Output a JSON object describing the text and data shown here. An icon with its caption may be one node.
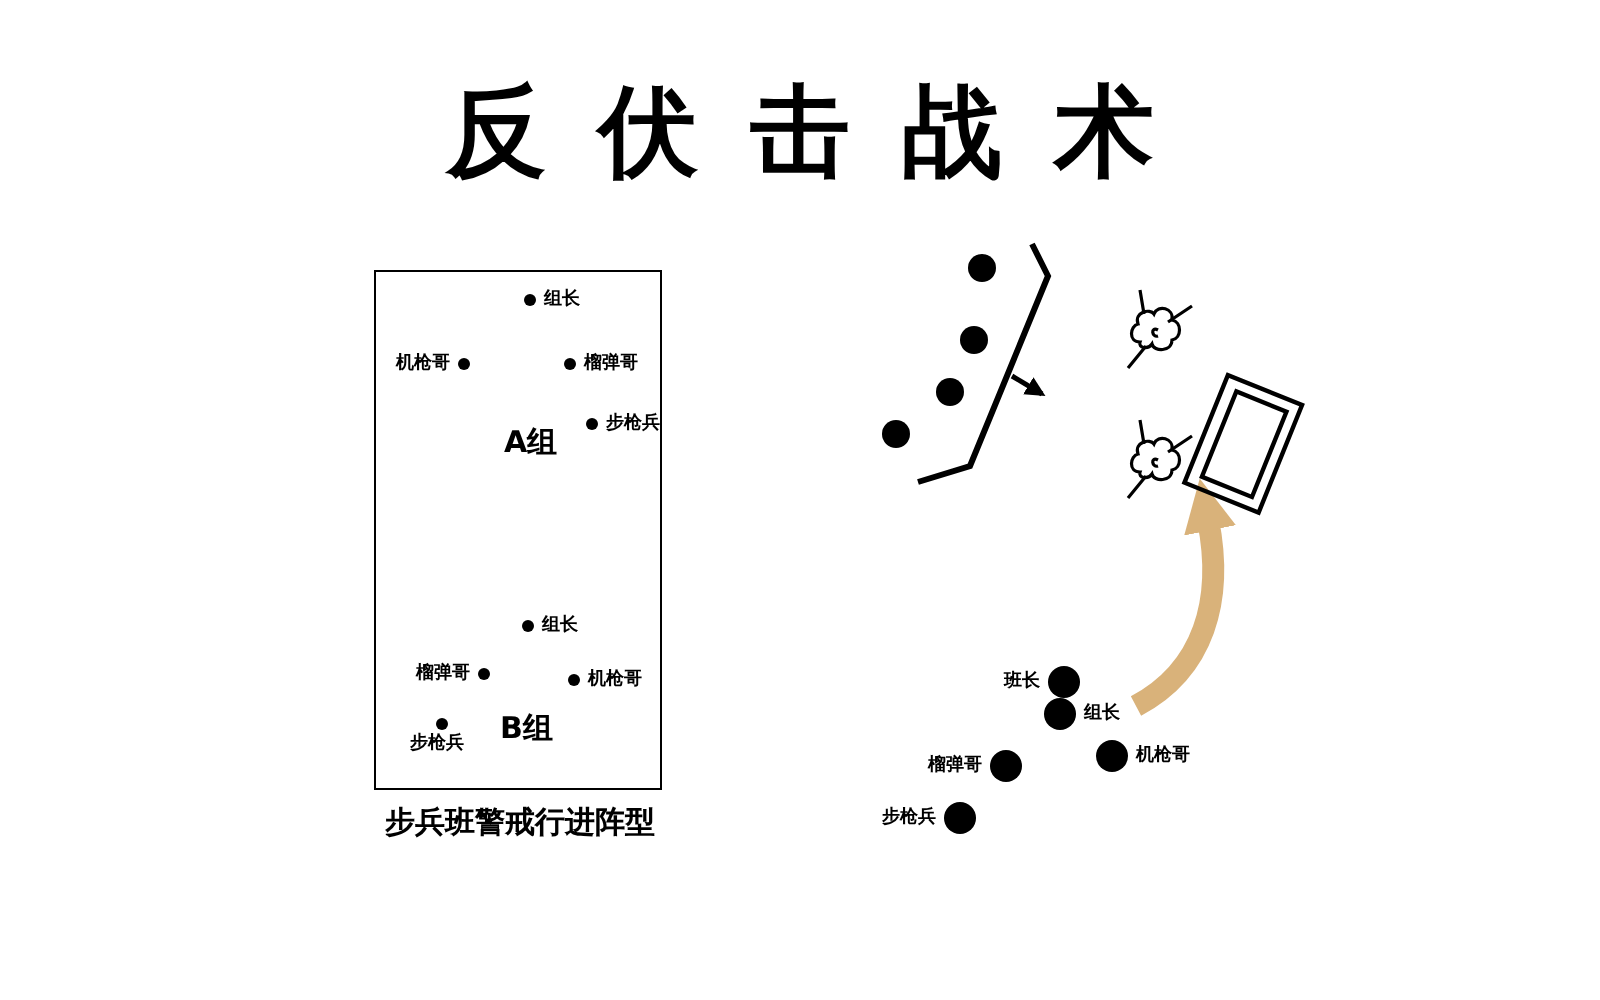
{
  "diagram": {
    "title": "反伏击战术",
    "nodes": [
      {
        "text": [
          "步兵班警戒行进阵型"
        ]
      },
      {
        "text": [],
        "shape": "circle",
        "beside": [
          "组长"
        ],
        "in": 0
      },
      {
        "text": [],
        "shape": "circle",
        "beside": [
          "机枪哥"
        ],
        "in": 0
      },
      {
        "text": [],
        "shape": "circle",
        "beside": [
          "榴弹哥"
        ],
        "in": 0
      },
      {
        "text": [],
        "shape": "circle",
        "beside": [
          "步枪兵"
        ],
        "in": 0
      },
      {
        "text": [],
        "shape": "circle",
        "beside": [
          "组长"
        ],
        "in": 0
      },
      {
        "text": [],
        "shape": "circle",
        "beside": [
          "榴弹哥"
        ],
        "in": 0
      },
      {
        "text": [],
        "shape": "circle",
        "beside": [
          "机枪哥"
        ],
        "in": 0
      },
      {
        "text": [],
        "shape": "circle",
        "beside": [
          "步枪兵"
        ],
        "in": 0
      },
      {
        "text": [],
        "shape": "circle"
      },
      {
        "text": [],
        "shape": "circle"
      },
      {
        "text": [],
        "shape": "circle"
      },
      {
        "text": [],
        "shape": "circle"
      },
      {
        "text": [],
        "shape": "circle",
        "beside": [
          "班长"
        ]
      },
      {
        "text": [],
        "shape": "circle",
        "beside": [
          "组长"
        ]
      },
      {
        "text": [],
        "shape": "circle",
        "beside": [
          "榴弹哥"
        ]
      },
      {
        "text": [],
        "shape": "circle",
        "beside": [
          "机枪哥"
        ]
      },
      {
        "text": [],
        "shape": "circle",
        "beside": [
          "步枪兵"
        ]
      },
      {
        "text": [],
        "shape": "cloud"
      },
      {
        "text": [],
        "shape": "cloud"
      },
      {
        "text": [],
        "shape": "picture"
      }
    ],
    "edges": [
      {
        "from": 14,
        "to": 20,
        "arrow": "to",
        "color": "#d9b27a"
      }
    ],
    "labels": [
      "A组",
      "B组"
    ]
  }
}
